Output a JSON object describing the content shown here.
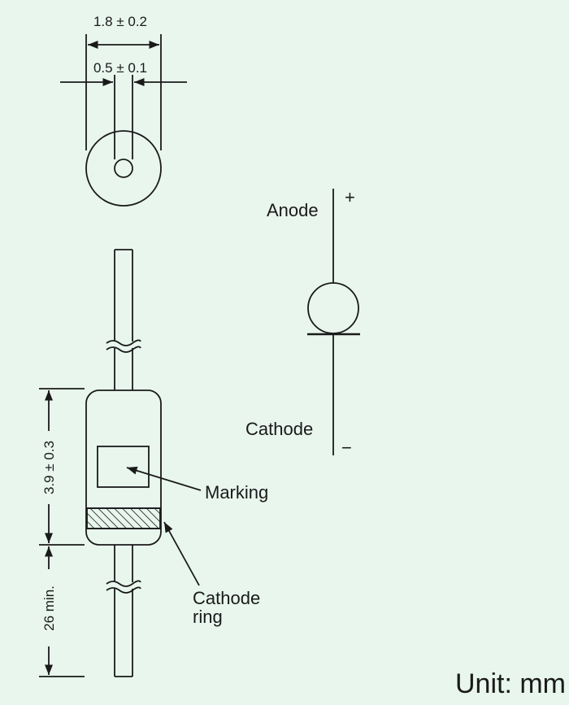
{
  "dimensions": {
    "outer_diameter": "1.8 ± 0.2",
    "lead_diameter": "0.5 ± 0.1",
    "body_length": "3.9 ± 0.3",
    "lead_length": "26 min."
  },
  "labels": {
    "marking": "Marking",
    "cathode_ring_line1": "Cathode",
    "cathode_ring_line2": "ring",
    "anode": "Anode",
    "anode_sign": "+",
    "cathode": "Cathode",
    "cathode_sign": "−"
  },
  "unit": "Unit: mm",
  "colors": {
    "background": "#e8f6ee",
    "line": "#1a1a1a"
  }
}
